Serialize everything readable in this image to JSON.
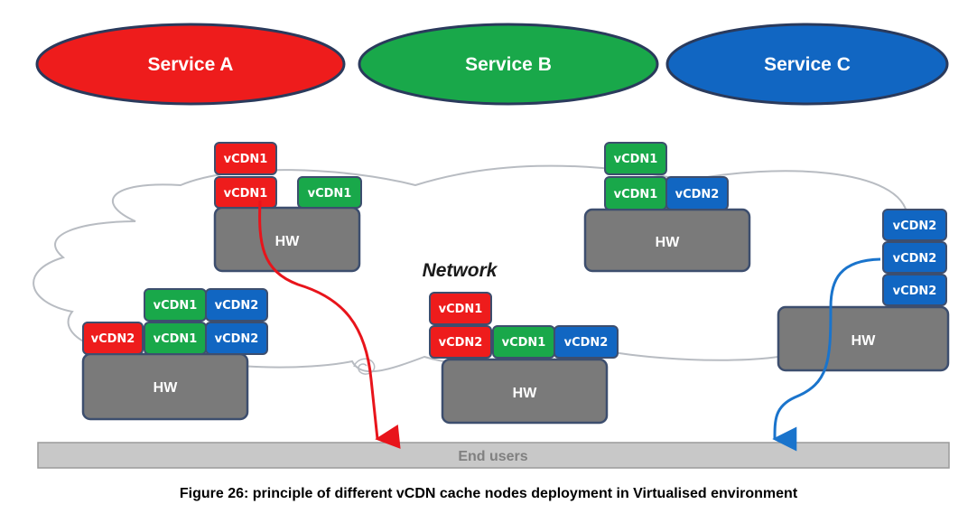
{
  "services": [
    {
      "id": "a",
      "label": "Service A",
      "color": "#ee1c1c"
    },
    {
      "id": "b",
      "label": "Service B",
      "color": "#19a84a"
    },
    {
      "id": "c",
      "label": "Service C",
      "color": "#1166c2"
    }
  ],
  "network_label": "Network",
  "hw_label": "HW",
  "end_users_label": "End users",
  "caption": "Figure 26: principle of different vCDN cache nodes deployment in Virtualised environment",
  "colors": {
    "vCDN_red": "#ee1c1c",
    "vCDN_green": "#19a84a",
    "vCDN_blue": "#1166c2",
    "hw_gray": "#7a7a7a",
    "flow_red": "#e8141b",
    "flow_blue": "#1a74cc"
  },
  "nodes": [
    {
      "id": "node1",
      "stacks": [
        [
          "vCDN1",
          "vCDN1"
        ],
        [
          "vCDN1"
        ]
      ],
      "stack_colors": [
        [
          "red",
          "red"
        ],
        [
          "green"
        ]
      ]
    },
    {
      "id": "node2",
      "stacks": [
        [
          "vCDN1",
          "vCDN1"
        ],
        [
          "vCDN2"
        ]
      ],
      "stack_colors": [
        [
          "green",
          "green"
        ],
        [
          "blue"
        ]
      ]
    },
    {
      "id": "node3",
      "stacks": [
        [
          "vCDN2",
          "vCDN2",
          "vCDN2"
        ]
      ],
      "stack_colors": [
        [
          "blue",
          "blue",
          "blue"
        ]
      ]
    },
    {
      "id": "node4",
      "stacks": [
        [
          "vCDN2"
        ],
        [
          "vCDN1",
          "vCDN1"
        ],
        [
          "vCDN2",
          "vCDN2"
        ]
      ],
      "stack_colors": [
        [
          "red"
        ],
        [
          "green",
          "green"
        ],
        [
          "blue",
          "blue"
        ]
      ]
    },
    {
      "id": "node5",
      "stacks": [
        [
          "vCDN2",
          "vCDN1"
        ],
        [
          "vCDN1"
        ],
        [
          "vCDN2"
        ]
      ],
      "stack_colors": [
        [
          "red",
          "red"
        ],
        [
          "green"
        ],
        [
          "blue"
        ]
      ]
    }
  ]
}
